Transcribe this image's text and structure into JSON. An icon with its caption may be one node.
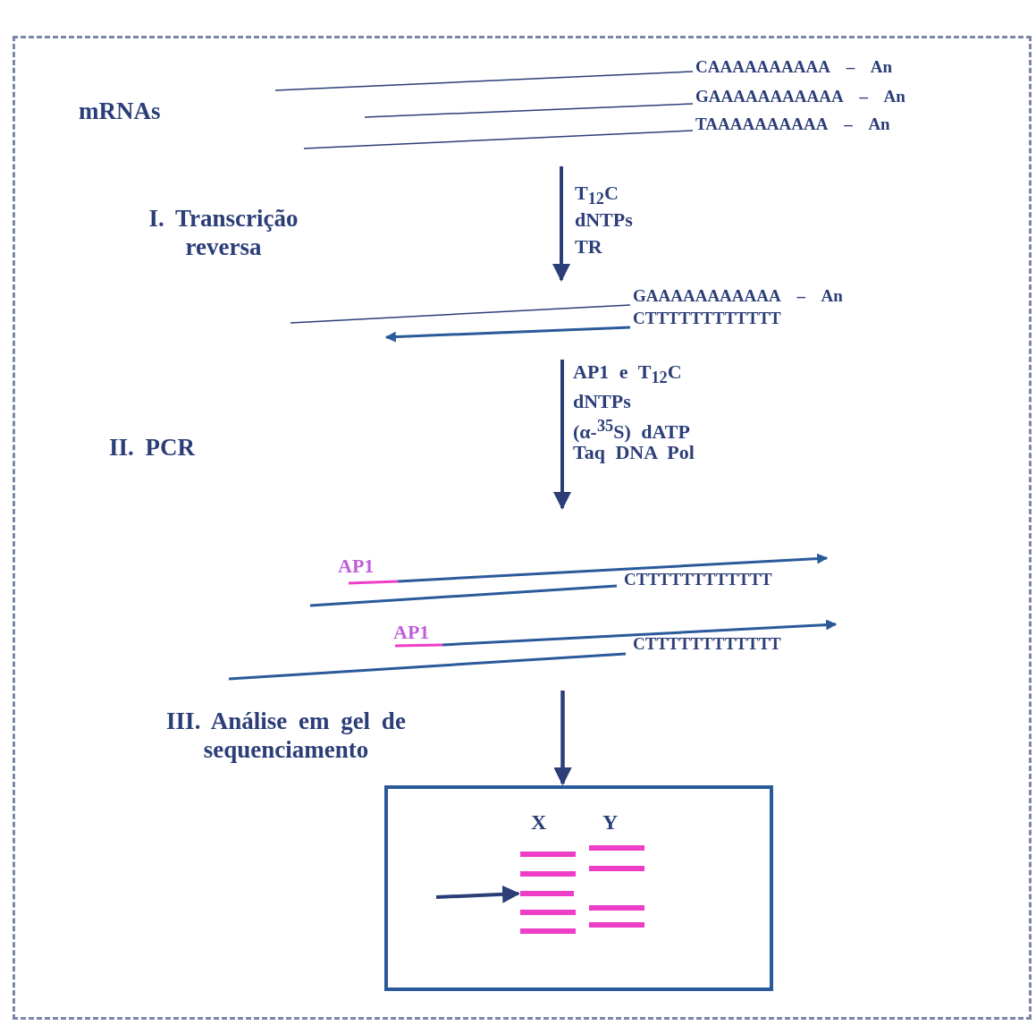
{
  "diagram": {
    "nodes": [
      {
        "text": [
          "X",
          "Y"
        ]
      },
      {
        "text": [],
        "shape": "bar",
        "in": 0
      }
    ],
    "edges": [
      {
        "from": null,
        "to": 0,
        "arrow": "to"
      },
      {
        "from": null,
        "to": 1,
        "arrow": "to"
      }
    ],
    "labels": [
      "CAAAAAAAAAA – An",
      "mRNAs",
      "GAAAAAAAAAAA – An",
      "TAAAAAAAAAA – An",
      "T$_{12}$C",
      "I. Transcrição reversa",
      "dNTPs",
      "TR",
      "GAAAAAAAAAAA – An",
      "CTTTTTTTTTTTT",
      "AP1 e T$_{12}$C",
      "dNTPs",
      "(α-$^{35}$S) dATP",
      "Taq DNA Pol",
      "II. PCR",
      "AP1",
      "CTTTTTTTTTTTT",
      "AP1",
      "CTTTTTTTTTTTT",
      "III. Análise em gel de sequenciamento"
    ]
  }
}
